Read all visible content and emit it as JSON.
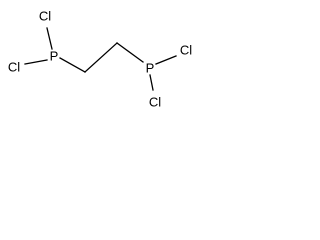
{
  "molecule": {
    "atoms": {
      "cl_top_left": "Cl",
      "cl_mid_left": "Cl",
      "p_left": "P",
      "p_right": "P",
      "cl_top_right": "Cl",
      "cl_bottom_right": "Cl"
    },
    "colors": {
      "bond": "#000000",
      "text": "#000000",
      "background": "#ffffff"
    }
  }
}
